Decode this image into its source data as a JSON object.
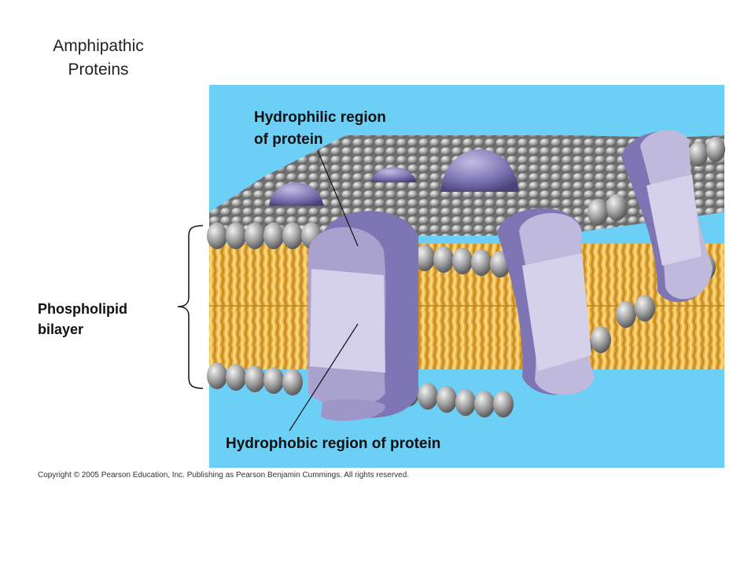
{
  "slide": {
    "title": "Amphipathic\nProteins"
  },
  "figure": {
    "labels": {
      "hydrophilic": "Hydrophilic region\nof protein",
      "hydrophobic": "Hydrophobic region of protein",
      "bilayer": "Phospholipid\nbilayer"
    },
    "copyright": "Copyright © 2005 Pearson Education, Inc. Publishing as Pearson Benjamin Cummings. All rights reserved."
  },
  "colors": {
    "background": "#6ccff6",
    "head_gray": "#9a9a9a",
    "tail_yellow": "#f2c35a",
    "protein_purple": "#7e76b4",
    "protein_light": "#cfc9e3"
  }
}
